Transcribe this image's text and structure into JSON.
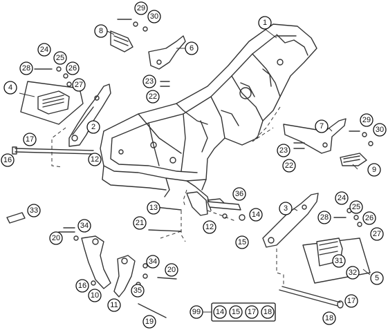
{
  "colors": {
    "line": "#333333",
    "background": "#ffffff",
    "callout_border": "#111111"
  },
  "callouts": {
    "c1": "1",
    "c2": "2",
    "c3": "3",
    "c4": "4",
    "c5": "5",
    "c6": "6",
    "c7": "7",
    "c8": "8",
    "c9": "9",
    "c10": "10",
    "c11": "11",
    "c12a": "12",
    "c12b": "12",
    "c13": "13",
    "c14": "14",
    "c15": "15",
    "c16a": "16",
    "c16b": "16",
    "c17a": "17",
    "c17b": "17",
    "c18": "18",
    "c19": "19",
    "c20a": "20",
    "c20b": "20",
    "c21": "21",
    "c22a": "22",
    "c22b": "22",
    "c23a": "23",
    "c23b": "23",
    "c24a": "24",
    "c24b": "24",
    "c25a": "25",
    "c25b": "25",
    "c26a": "26",
    "c26b": "26",
    "c27a": "27",
    "c27b": "27",
    "c28a": "28",
    "c28b": "28",
    "c29a": "29",
    "c29b": "29",
    "c30a": "30",
    "c30b": "30",
    "c31": "31",
    "c32": "32",
    "c33": "33",
    "c34a": "34",
    "c34b": "34",
    "c35": "35",
    "c36": "36"
  },
  "kit": {
    "label": "99",
    "items": [
      "14",
      "15",
      "17",
      "18"
    ]
  }
}
